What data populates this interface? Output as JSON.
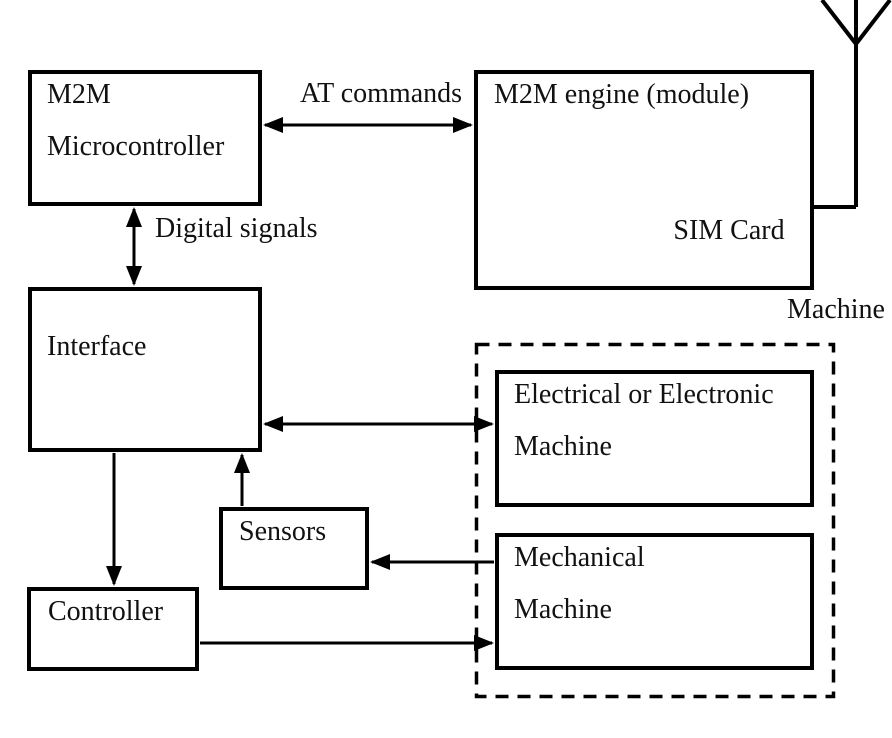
{
  "boxes": {
    "microcontroller": {
      "line1": "M2M",
      "line2": "Microcontroller"
    },
    "engine": {
      "label": "M2M engine (module)"
    },
    "sim_card": {
      "label": "SIM Card"
    },
    "interface": {
      "label": "Interface"
    },
    "sensors": {
      "label": "Sensors"
    },
    "controller": {
      "label": "Controller"
    },
    "electrical_machine": {
      "line1": "Electrical or Electronic",
      "line2": "Machine"
    },
    "mechanical_machine": {
      "line1": "Mechanical",
      "line2": "Machine"
    }
  },
  "labels": {
    "at_commands": "AT commands",
    "digital_signals": "Digital signals",
    "machine": "Machine"
  },
  "connections": {
    "microcontroller_engine": "bidirectional",
    "microcontroller_interface": "bidirectional",
    "interface_electrical_machine": "bidirectional",
    "sensors_to_interface": "one-way",
    "interface_to_controller": "one-way",
    "mechanical_machine_to_sensors": "one-way",
    "controller_to_mechanical_machine": "one-way"
  },
  "colors": {
    "stroke": "#000000",
    "background": "#ffffff"
  }
}
